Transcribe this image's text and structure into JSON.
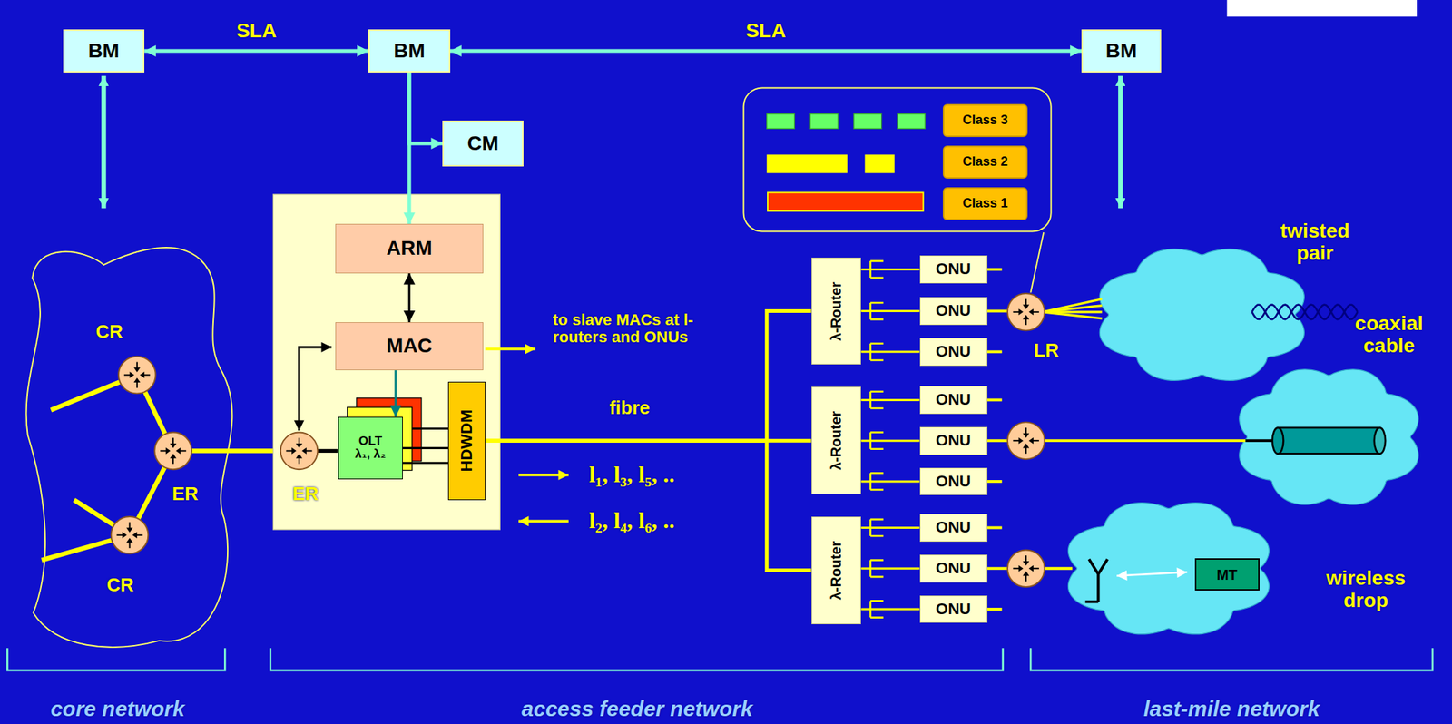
{
  "diagram": {
    "nodes": [
      {
        "text": [
          "BM"
        ]
      },
      {
        "text": [
          "BM"
        ]
      },
      {
        "text": [
          "BM"
        ]
      },
      {
        "text": [
          "CM"
        ]
      },
      {
        "text": [
          "ARM"
        ]
      },
      {
        "text": [
          "MAC"
        ]
      },
      {
        "text": [
          "OLT",
          "λ₁, λ₂"
        ]
      },
      {
        "text": [
          "HDWDM"
        ]
      },
      {
        "text": [
          "λ-Router"
        ]
      },
      {
        "text": [
          "λ-Router"
        ]
      },
      {
        "text": [
          "λ-Router"
        ]
      },
      {
        "text": [
          "ONU"
        ]
      },
      {
        "text": [
          "ONU"
        ]
      },
      {
        "text": [
          "ONU"
        ]
      },
      {
        "text": [
          "ONU"
        ]
      },
      {
        "text": [
          "ONU"
        ]
      },
      {
        "text": [
          "ONU"
        ]
      },
      {
        "text": [
          "ONU"
        ]
      },
      {
        "text": [
          "ONU"
        ]
      },
      {
        "text": [
          "ONU"
        ]
      },
      {
        "text": [
          "Class 3"
        ]
      },
      {
        "text": [
          "Class 2"
        ]
      },
      {
        "text": [
          "Class 1"
        ]
      },
      {
        "text": [
          "MT"
        ]
      }
    ],
    "edges": [
      {
        "from": 0,
        "to": 1,
        "label": "SLA",
        "arrow": "both"
      },
      {
        "from": 1,
        "to": 2,
        "label": "SLA",
        "arrow": "both"
      },
      {
        "from": 1,
        "to": 4,
        "arrow": "to"
      },
      {
        "from": 1,
        "to": 3,
        "arrow": "to"
      },
      {
        "from": 4,
        "to": 5,
        "arrow": "both"
      },
      {
        "from": 5,
        "to": 6,
        "arrow": "to"
      },
      {
        "from": 6,
        "to": 7,
        "arrow": "none"
      },
      {
        "from": 7,
        "to": 8,
        "arrow": "none"
      },
      {
        "from": 7,
        "to": 9,
        "arrow": "none"
      },
      {
        "from": 7,
        "to": 10,
        "arrow": "none"
      },
      {
        "from": 8,
        "to": 11,
        "arrow": "none"
      },
      {
        "from": 8,
        "to": 12,
        "arrow": "none"
      },
      {
        "from": 8,
        "to": 13,
        "arrow": "none"
      },
      {
        "from": 9,
        "to": 14,
        "arrow": "none"
      },
      {
        "from": 9,
        "to": 15,
        "arrow": "none"
      },
      {
        "from": 9,
        "to": 16,
        "arrow": "none"
      },
      {
        "from": 10,
        "to": 17,
        "arrow": "none"
      },
      {
        "from": 10,
        "to": 18,
        "arrow": "none"
      },
      {
        "from": 10,
        "to": 19,
        "arrow": "none"
      }
    ],
    "labels": [
      "CR",
      "ER",
      "ER",
      "CR",
      "LR",
      "to slave MACs at l-routers and ONUs",
      "fibre",
      "l₁, l₃, l₅, ..",
      "l₂, l₄, l₆, ..",
      "twisted pair",
      "coaxial cable",
      "wireless drop",
      "core network",
      "access feeder network",
      "last-mile network"
    ]
  }
}
